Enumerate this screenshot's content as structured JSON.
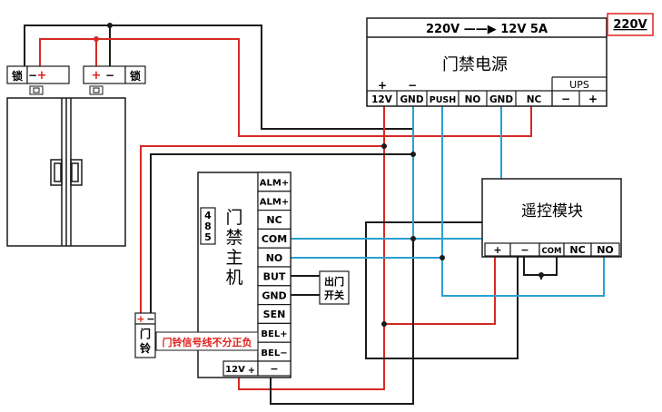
{
  "power_supply": {
    "header": "220V ——▶ 12V 5A",
    "input_tag": "220V",
    "title": "门禁电源",
    "plus": "+",
    "minus": "−",
    "terminals": [
      "12V",
      "GND",
      "PUSH",
      "NO",
      "GND",
      "NC"
    ],
    "ups_label": "UPS",
    "ups_terminals": [
      "−",
      "+"
    ]
  },
  "locks": {
    "left": {
      "label": "锁",
      "minus": "−",
      "plus": "+"
    },
    "right": {
      "label": "锁",
      "plus": "+",
      "minus": "−"
    }
  },
  "controller": {
    "side_label": "485",
    "title": "门禁主机",
    "terminals": [
      "ALM+",
      "ALM+",
      "NC",
      "COM",
      "NO",
      "BUT",
      "GND",
      "SEN",
      "BEL+",
      "BEL−"
    ],
    "power_label": "12V",
    "power_plus": "+",
    "power_minus": "−"
  },
  "exit_button": {
    "label_line1": "出门",
    "label_line2": "开关"
  },
  "doorbell": {
    "plus": "+",
    "minus": "−",
    "label_line1": "门",
    "label_line2": "铃",
    "note": "门铃信号线不分正负"
  },
  "remote_module": {
    "title": "遥控模块",
    "terminals": [
      "+",
      "−",
      "COM",
      "NC",
      "NO"
    ]
  },
  "colors": {
    "wire_black": "#1a1a1a",
    "wire_red": "#d62a24",
    "wire_blue": "#2a9fd0",
    "highlight_red": "#e0201c"
  }
}
